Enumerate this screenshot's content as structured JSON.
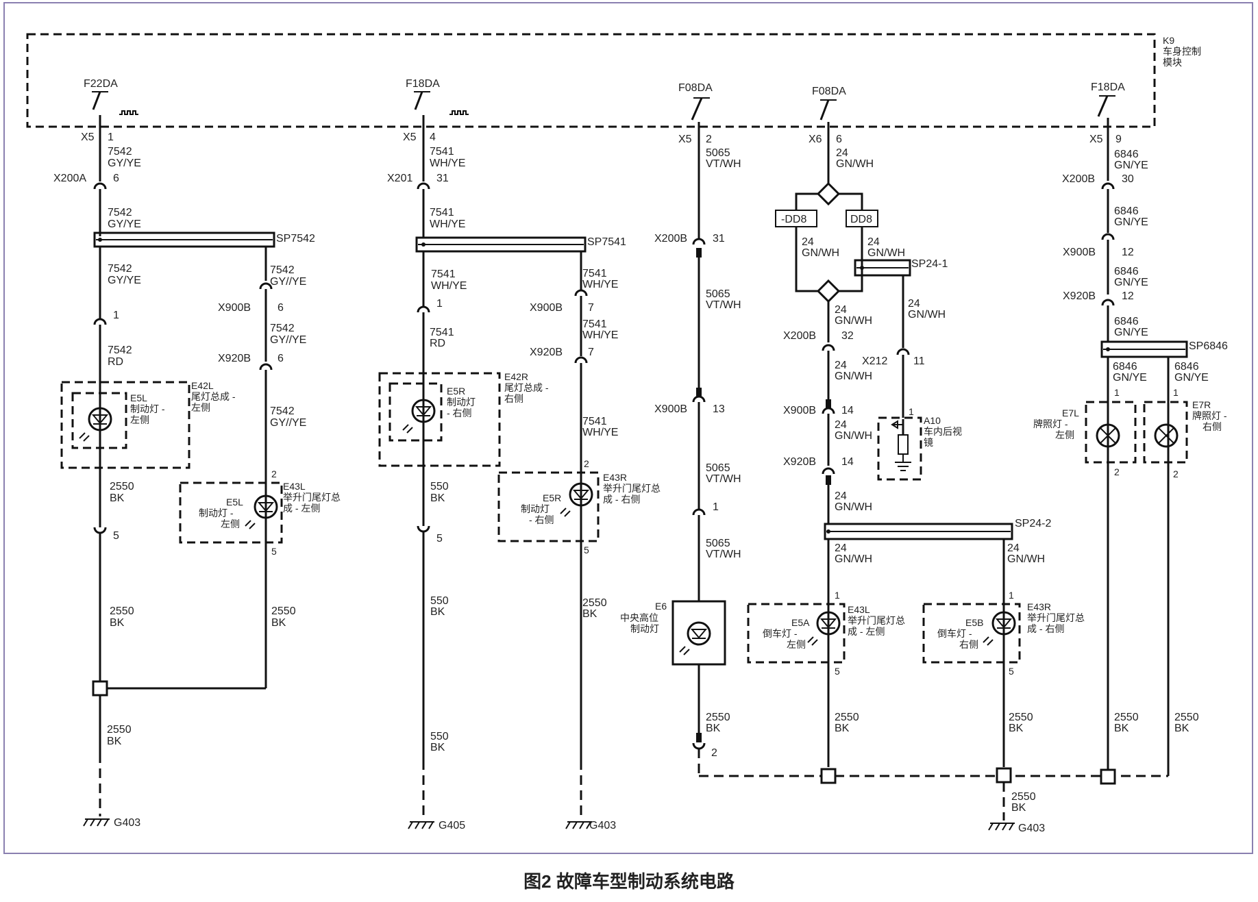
{
  "caption": "图2 故障车型制动系统电路",
  "module": {
    "id": "K9",
    "name_line1": "车身控制",
    "name_line2": "模块"
  },
  "col1": {
    "driver": "F22DA",
    "conn_top": "X5",
    "pin_top": "1",
    "w1_num": "7542",
    "w1_col": "GY/YE",
    "conn2": "X200A",
    "pin2": "6",
    "w2_num": "7542",
    "w2_col": "GY/YE",
    "splice": "SP7542",
    "w3_num": "7542",
    "w3_col": "GY/YE",
    "pin3": "1",
    "w4_num": "7542",
    "w4_col": "RD",
    "lamp_id": "E5L",
    "lamp_n1": "制动灯 -",
    "lamp_n2": "左侧",
    "asm_id": "E42L",
    "asm_n1": "尾灯总成 -",
    "asm_n2": "左侧",
    "w5_num": "2550",
    "w5_col": "BK",
    "pin5": "5",
    "w6_num": "2550",
    "w6_col": "BK",
    "w7_num": "2550",
    "w7_col": "BK",
    "ground": "G403",
    "b_w1_num": "7542",
    "b_w1_col": "GY//YE",
    "b_conn1": "X900B",
    "b_pin1": "6",
    "b_w2_num": "7542",
    "b_w2_col": "GY//YE",
    "b_conn2": "X920B",
    "b_pin2": "6",
    "b_w3_num": "7542",
    "b_w3_col": "GY//YE",
    "b_pin_in": "2",
    "b_lamp_id": "E5L",
    "b_lamp_n1": "制动灯 -",
    "b_lamp_n2": "左侧",
    "b_asm_id": "E43L",
    "b_asm_n1": "举升门尾灯总",
    "b_asm_n2": "成 - 左侧",
    "b_pin_out": "5",
    "b_w4_num": "2550",
    "b_w4_col": "BK"
  },
  "col2": {
    "driver": "F18DA",
    "conn_top": "X5",
    "pin_top": "4",
    "w1_num": "7541",
    "w1_col": "WH/YE",
    "conn2": "X201",
    "pin2": "31",
    "w2_num": "7541",
    "w2_col": "WH/YE",
    "splice": "SP7541",
    "w3_num": "7541",
    "w3_col": "WH/YE",
    "pin3": "1",
    "w4_num": "7541",
    "w4_col": "RD",
    "lamp_id": "E5R",
    "lamp_n1": "制动灯",
    "lamp_n2": "- 右侧",
    "asm_id": "E42R",
    "asm_n1": "尾灯总成 -",
    "asm_n2": "右侧",
    "w5_num": "550",
    "w5_col": "BK",
    "pin5": "5",
    "w6_num": "550",
    "w6_col": "BK",
    "w7_num": "550",
    "w7_col": "BK",
    "ground": "G405",
    "b_w1_num": "7541",
    "b_w1_col": "WH/YE",
    "b_conn1": "X900B",
    "b_pin1": "7",
    "b_w2_num": "7541",
    "b_w2_col": "WH/YE",
    "b_conn2": "X920B",
    "b_pin2": "7",
    "b_w3_num": "7541",
    "b_w3_col": "WH/YE",
    "b_pin_in": "2",
    "b_lamp_id": "E5R",
    "b_lamp_n1": "制动灯",
    "b_lamp_n2": "- 右侧",
    "b_asm_id": "E43R",
    "b_asm_n1": "举升门尾灯总",
    "b_asm_n2": "成 - 右侧",
    "b_pin_out": "5",
    "b_w4_num": "2550",
    "b_w4_col": "BK",
    "b_ground": "G403"
  },
  "col3": {
    "driver": "F08DA",
    "conn_top": "X5",
    "pin_top": "2",
    "w1_num": "5065",
    "w1_col": "VT/WH",
    "conn2": "X200B",
    "pin2": "31",
    "w2_num": "5065",
    "w2_col": "VT/WH",
    "conn3": "X900B",
    "pin3": "13",
    "w3_num": "5065",
    "w3_col": "VT/WH",
    "pin4": "1",
    "w4_num": "5065",
    "w4_col": "VT/WH",
    "lamp_id": "E6",
    "lamp_n1": "中央高位",
    "lamp_n2": "制动灯",
    "w5_num": "2550",
    "w5_col": "BK",
    "pin5": "2"
  },
  "col4": {
    "driver": "F08DA",
    "conn_top": "X6",
    "pin_top": "6",
    "w1_num": "24",
    "w1_col": "GN/WH",
    "diode_l": "-DD8",
    "diode_r": "DD8",
    "wl_num": "24",
    "wl_col": "GN/WH",
    "wr_num": "24",
    "wr_col": "GN/WH",
    "splice1": "SP24-1",
    "w2_num": "24",
    "w2_col": "GN/WH",
    "conn2": "X200B",
    "pin2": "32",
    "w3_num": "24",
    "w3_col": "GN/WH",
    "conn3": "X900B",
    "pin3": "14",
    "w4_num": "24",
    "w4_col": "GN/WH",
    "conn4": "X920B",
    "pin4": "14",
    "w5_num": "24",
    "w5_col": "GN/WH",
    "splice2": "SP24-2",
    "m_w1_num": "24",
    "m_w1_col": "GN/WH",
    "m_conn": "X212",
    "m_pin": "11",
    "m_pin_in": "1",
    "m_id": "A10",
    "m_n1": "车内后视",
    "m_n2": "镜",
    "l_w_num": "24",
    "l_w_col": "GN/WH",
    "l_pin_in": "1",
    "l_lamp_id": "E5A",
    "l_lamp_n1": "倒车灯 -",
    "l_lamp_n2": "左侧",
    "l_asm_id": "E43L",
    "l_asm_n1": "举升门尾灯总",
    "l_asm_n2": "成 - 左侧",
    "l_pin_out": "5",
    "l_w2_num": "2550",
    "l_w2_col": "BK",
    "r_w_num": "24",
    "r_w_col": "GN/WH",
    "r_pin_in": "1",
    "r_lamp_id": "E5B",
    "r_lamp_n1": "倒车灯 -",
    "r_lamp_n2": "右侧",
    "r_asm_id": "E43R",
    "r_asm_n1": "举升门尾灯总",
    "r_asm_n2": "成 - 右侧",
    "r_pin_out": "5",
    "r_w2_num": "2550",
    "r_w2_col": "BK",
    "r_w3_num": "2550",
    "r_w3_col": "BK",
    "ground": "G403"
  },
  "col5": {
    "driver": "F18DA",
    "conn_top": "X5",
    "pin_top": "9",
    "w1_num": "6846",
    "w1_col": "GN/YE",
    "conn2": "X200B",
    "pin2": "30",
    "w2_num": "6846",
    "w2_col": "GN/YE",
    "conn3": "X900B",
    "pin3": "12",
    "w3_num": "6846",
    "w3_col": "GN/YE",
    "conn4": "X920B",
    "pin4": "12",
    "w4_num": "6846",
    "w4_col": "GN/YE",
    "splice": "SP6846",
    "l_w_num": "6846",
    "l_w_col": "GN/YE",
    "l_pin_in": "1",
    "l_id": "E7L",
    "l_n1": "牌照灯 -",
    "l_n2": "左侧",
    "l_pin_out": "2",
    "l_w2_num": "2550",
    "l_w2_col": "BK",
    "r_w_num": "6846",
    "r_w_col": "GN/YE",
    "r_pin_in": "1",
    "r_id": "E7R",
    "r_n1": "牌照灯 -",
    "r_n2": "右侧",
    "r_pin_out": "2",
    "r_w2_num": "2550",
    "r_w2_col": "BK"
  }
}
